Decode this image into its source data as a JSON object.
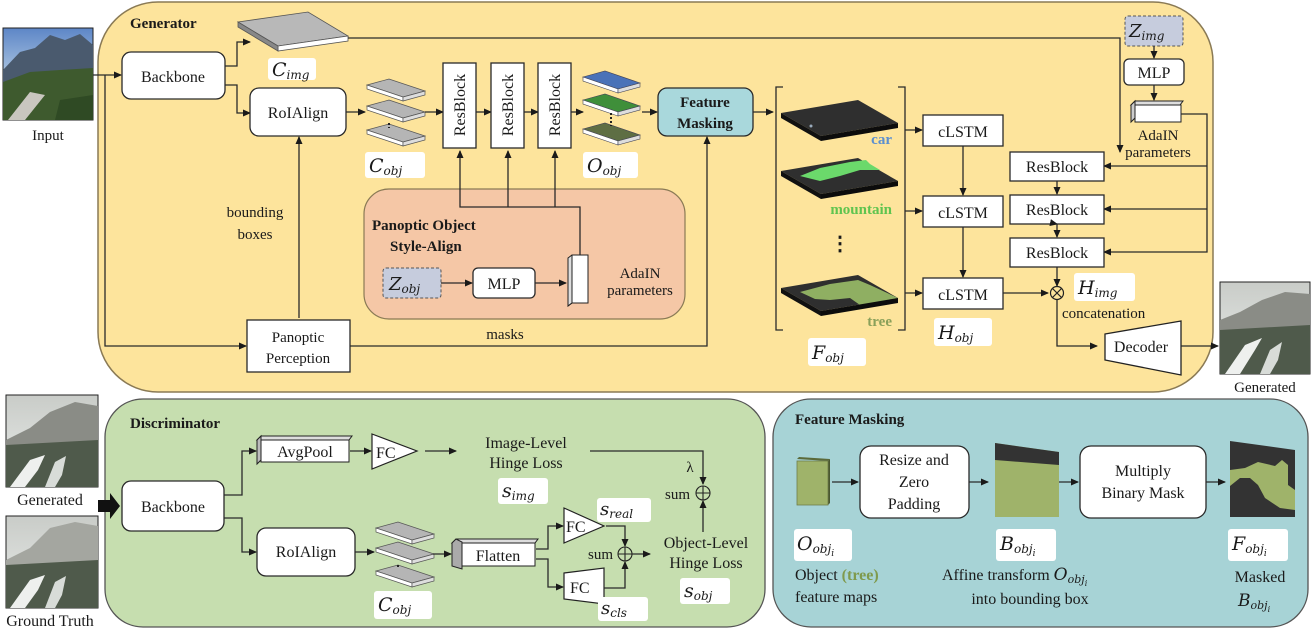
{
  "generator": {
    "title": "Generator",
    "input_label": "Input",
    "backbone": "Backbone",
    "roialign": "RoIAlign",
    "c_img": {
      "base": "C",
      "sub": "img"
    },
    "c_obj": {
      "base": "C",
      "sub": "obj"
    },
    "resblocks_vertical": [
      "ResBlock",
      "ResBlock",
      "ResBlock"
    ],
    "o_obj": {
      "base": "O",
      "sub": "obj"
    },
    "feature_masking": [
      "Feature",
      "Masking"
    ],
    "bounding_boxes": [
      "bounding",
      "boxes"
    ],
    "masks": "masks",
    "panoptic_perception": [
      "Panoptic",
      "Perception"
    ],
    "style_align": {
      "title": [
        "Panoptic Object",
        "Style-Align"
      ],
      "z_obj": {
        "base": "Z",
        "sub": "obj"
      },
      "mlp": "MLP",
      "adain": [
        "AdaIN",
        "parameters"
      ]
    },
    "object_labels": [
      {
        "name": "car",
        "color": "#5b8fd0"
      },
      {
        "name": "mountain",
        "color": "#5fc44f"
      },
      {
        "name": "tree",
        "color": "#8aa05a"
      }
    ],
    "ellipsis": "⋮",
    "f_obj": {
      "base": "F",
      "sub": "obj"
    },
    "clstm": [
      "cLSTM",
      "cLSTM",
      "cLSTM"
    ],
    "h_obj": {
      "base": "H",
      "sub": "obj"
    },
    "z_img": {
      "base": "Z",
      "sub": "img"
    },
    "mlp_img": "MLP",
    "adain_img": [
      "AdaIN",
      "parameters"
    ],
    "resblocks_horizontal": [
      "ResBlock",
      "ResBlock",
      "ResBlock"
    ],
    "h_img": {
      "base": "H",
      "sub": "img"
    },
    "concat_symbol": "⊗",
    "concatenation": "concatenation",
    "decoder": "Decoder",
    "generated_label": "Generated"
  },
  "discriminator": {
    "title": "Discriminator",
    "generated_label": "Generated",
    "ground_truth_label": "Ground Truth",
    "backbone": "Backbone",
    "avgpool": "AvgPool",
    "fc": "FC",
    "image_loss": [
      "Image-Level",
      "Hinge Loss"
    ],
    "s_img": {
      "base": "s",
      "sub": "img"
    },
    "lambda": "λ",
    "sum": "sum",
    "sum_symbol": "⊕",
    "roialign": "RoIAlign",
    "c_obj": {
      "base": "C",
      "sub": "obj"
    },
    "flatten": "Flatten",
    "fc_real": "FC",
    "fc_cls": "FC",
    "s_real": {
      "base": "s",
      "sub": "real"
    },
    "s_cls": {
      "base": "s",
      "sub": "cls"
    },
    "object_loss": [
      "Object-Level",
      "Hinge Loss"
    ],
    "s_obj": {
      "base": "s",
      "sub": "obj"
    }
  },
  "feature_masking_panel": {
    "title": "Feature Masking",
    "resize": [
      "Resize and",
      "Zero",
      "Padding"
    ],
    "multiply": [
      "Multiply",
      "Binary Mask"
    ],
    "o_obji": {
      "base": "O",
      "sub": "obj",
      "subsub": "i"
    },
    "b_obji": {
      "base": "B",
      "sub": "obj",
      "subsub": "i"
    },
    "f_obji": {
      "base": "F",
      "sub": "obj",
      "subsub": "i"
    },
    "object_caption": {
      "pre": "Object ",
      "highlight": "(tree)",
      "line2": "feature maps"
    },
    "affine_caption": {
      "line1": "Affine transform ",
      "line2": "into bounding box"
    },
    "masked_caption": [
      "Masked"
    ],
    "highlight_color": "#7f9a4d"
  },
  "colors": {
    "generator_bg": "#fde49c",
    "style_align_bg": "#f5c7a6",
    "discriminator_bg": "#c6deaf",
    "feature_masking_bg": "#a7d3d6",
    "feature_masking_btn": "#a9d8dc",
    "latent_bg": "#c6ccdd"
  }
}
